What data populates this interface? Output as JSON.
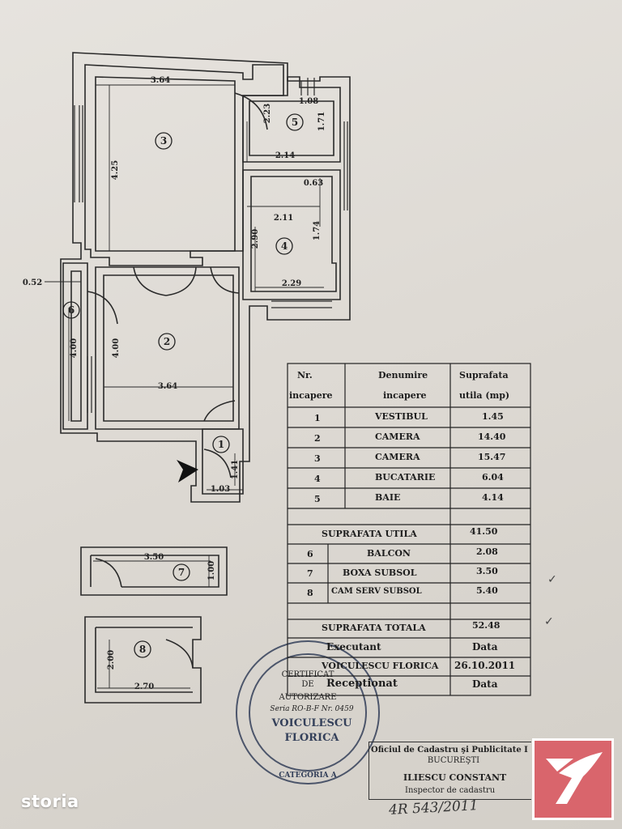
{
  "plan": {
    "dimensions": {
      "r3_width": "3.64",
      "r3_height": "4.25",
      "r5_a": "2.23",
      "r5_b": "1.08",
      "r5_c": "1.71",
      "r5_width": "2.14",
      "hall_offset": "0.63",
      "r4_width": "2.11",
      "r4_height": "2.90",
      "r4_b": "1.74",
      "r4_bottom": "2.29",
      "balcony_depth": "0.52",
      "balcony_len": "4.00",
      "r2_height": "4.00",
      "r2_width": "3.64",
      "r1_width": "1.03",
      "r1_side": "1.41",
      "r7_width": "3.50",
      "r7_height": "1.00",
      "r8_height": "2.00",
      "r8_width": "2.70"
    },
    "room_numbers": {
      "r1": "1",
      "r2": "2",
      "r3": "3",
      "r4": "4",
      "r5": "5",
      "r6": "6",
      "r7": "7",
      "r8": "8"
    }
  },
  "table": {
    "headers": {
      "nr_line1": "Nr.",
      "nr_line2": "incapere",
      "name_line1": "Denumire",
      "name_line2": "incapere",
      "area_line1": "Suprafata",
      "area_line2": "utila (mp)"
    },
    "rows": [
      {
        "nr": "1",
        "name": "VESTIBUL",
        "area": "1.45"
      },
      {
        "nr": "2",
        "name": "CAMERA",
        "area": "14.40"
      },
      {
        "nr": "3",
        "name": "CAMERA",
        "area": "15.47"
      },
      {
        "nr": "4",
        "name": "BUCATARIE",
        "area": "6.04"
      },
      {
        "nr": "5",
        "name": "BAIE",
        "area": "4.14"
      }
    ],
    "useful_label": "SUPRAFATA UTILA",
    "useful_value": "41.50",
    "extra_rows": [
      {
        "nr": "6",
        "name": "BALCON",
        "area": "2.08"
      },
      {
        "nr": "7",
        "name": "BOXA SUBSOL",
        "area": "3.50"
      },
      {
        "nr": "8",
        "name": "CAM SERV SUBSOL",
        "area": "5.40"
      }
    ],
    "total_label": "SUPRAFATA TOTALA",
    "total_value": "52.48",
    "executant_label": "Executant",
    "executant_date_label": "Data",
    "executant_name": "VOICULESCU FLORICA",
    "executant_date": "26.10.2011",
    "receptionat_label": "Receptionat",
    "receptionat_date_label": "Data"
  },
  "stamp": {
    "line1": "CERTIFICAT",
    "line2": "DE",
    "line3": "AUTORIZARE",
    "line4": "Seria RO-B-F Nr. 0459",
    "name1": "VOICULESCU",
    "name2": "FLORICA",
    "ring_text": "CATEGORIA A"
  },
  "office": {
    "line1": "Oficiul de Cadastru şi Publicitate I",
    "line2": "BUCUREŞTI",
    "line3": "ILIESCU CONSTANT",
    "line4": "Inspector de cadastru"
  },
  "handwritten_ref": "4R 543/2011",
  "ticks": [
    "✓",
    "✓"
  ],
  "watermark": {
    "brand": "storia",
    "logo_color": "#d9656c"
  }
}
